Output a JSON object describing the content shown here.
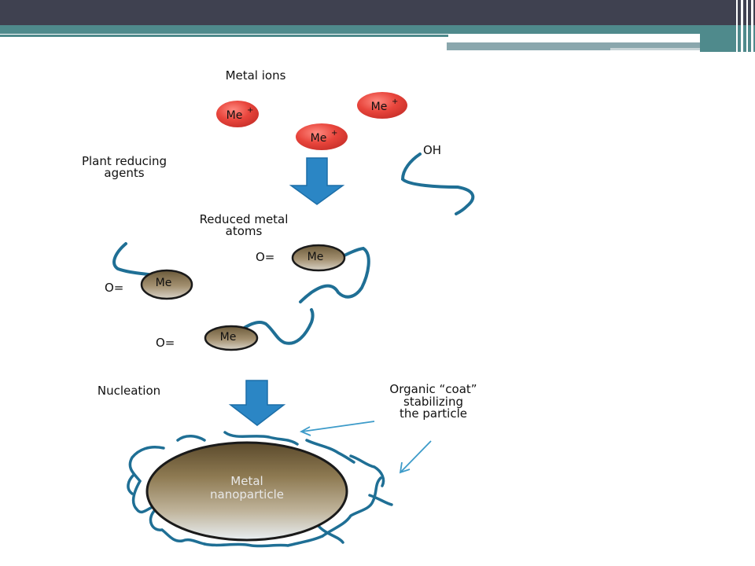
{
  "labels": {
    "metal_ions": "Metal ions",
    "plant_reducing_1": "Plant reducing",
    "plant_reducing_2": "agents",
    "reduced_1": "Reduced metal",
    "reduced_2": "atoms",
    "nucleation": "Nucleation",
    "coat_1": "Organic “coat”",
    "coat_2": "stabilizing",
    "coat_3": "the particle",
    "oh": "OH",
    "nanoparticle_1": "Metal",
    "nanoparticle_2": "nanoparticle"
  },
  "ion": {
    "symbol": "Me",
    "charge": "+"
  },
  "atom": {
    "symbol": "Me",
    "bond": "O="
  },
  "colors": {
    "ion_fill": "#e8453c",
    "chain": "#1f6f95",
    "arrow": "#2b86c5",
    "pointer": "#3d9bc9",
    "header": "#3f4150",
    "accent": "#4f8a8c"
  }
}
